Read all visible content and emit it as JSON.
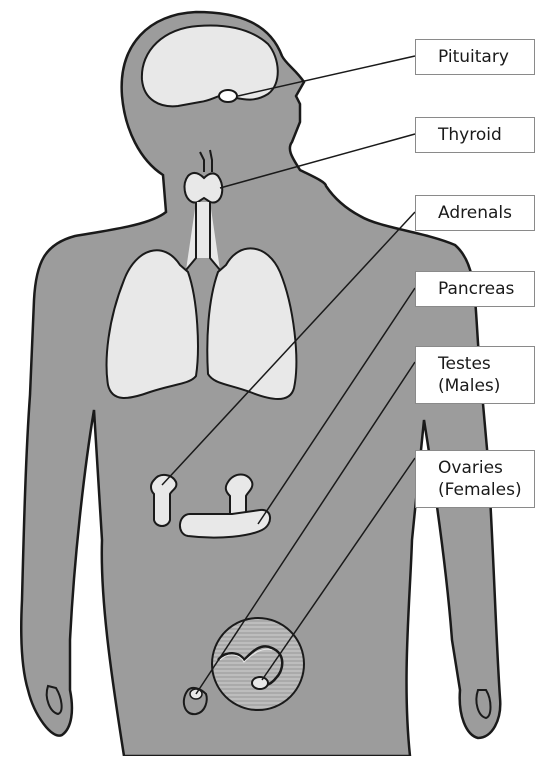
{
  "labels": {
    "pituitary": [
      "Pituitary"
    ],
    "thyroid": [
      "Thyroid"
    ],
    "adrenals": [
      "Adrenals"
    ],
    "pancreas": [
      "Pancreas"
    ],
    "testes": [
      "Testes",
      "(Males)"
    ],
    "ovaries": [
      "Ovaries",
      "(Females)"
    ]
  },
  "colors": {
    "body": "#9c9c9c",
    "organ": "#e8e8e8",
    "outline": "#1a1a1a",
    "box_border": "#8a8a8a"
  }
}
